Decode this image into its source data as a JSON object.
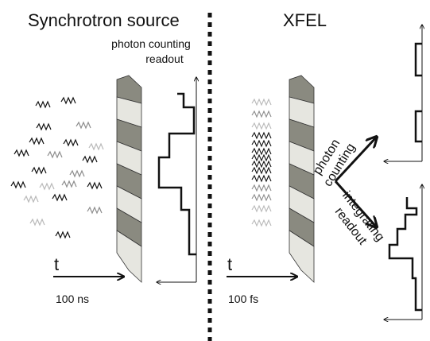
{
  "titles": {
    "left": "Synchrotron source",
    "right": "XFEL"
  },
  "labels": {
    "photon_counting_readout_1": "photon counting",
    "photon_counting_readout_2": "readout",
    "time_left": "t",
    "time_right": "t",
    "interval_left": "100 ns",
    "interval_right": "100 fs",
    "branch_top_1": "photon",
    "branch_top_2": "counting",
    "branch_bottom_1": "integrating",
    "branch_bottom_2": "readout"
  },
  "colors": {
    "ink": "#111111",
    "detector_dark": "#8a8a80",
    "detector_light": "#e6e6e0",
    "wave_light": "#b9b9b9",
    "wave_mid": "#8c8c8c"
  },
  "icons": {
    "divider": "dotted-divider",
    "axis": "arrow-icon"
  }
}
